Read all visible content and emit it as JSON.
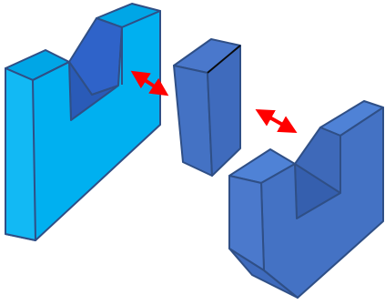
{
  "colors": {
    "light_block_front": "#00b0f0",
    "light_block_face": "#1fb6f0",
    "light_block_dark": "#2e6dd1",
    "blue_front": "#4472c4",
    "blue_side": "#3a66b8",
    "blue_light": "#4f82d6",
    "arrow": "#ff0000",
    "edge": "#2f4f86"
  },
  "parts": [
    {
      "name": "u-block-light",
      "description_shape": "u-shaped-prism"
    },
    {
      "name": "middle-block",
      "description_shape": "rectangular-prism"
    },
    {
      "name": "u-block-blue",
      "description_shape": "u-shaped-prism-with-chamfer"
    }
  ],
  "arrows": [
    {
      "name": "arrow-left",
      "style": "double-headed"
    },
    {
      "name": "arrow-right",
      "style": "double-headed"
    }
  ]
}
